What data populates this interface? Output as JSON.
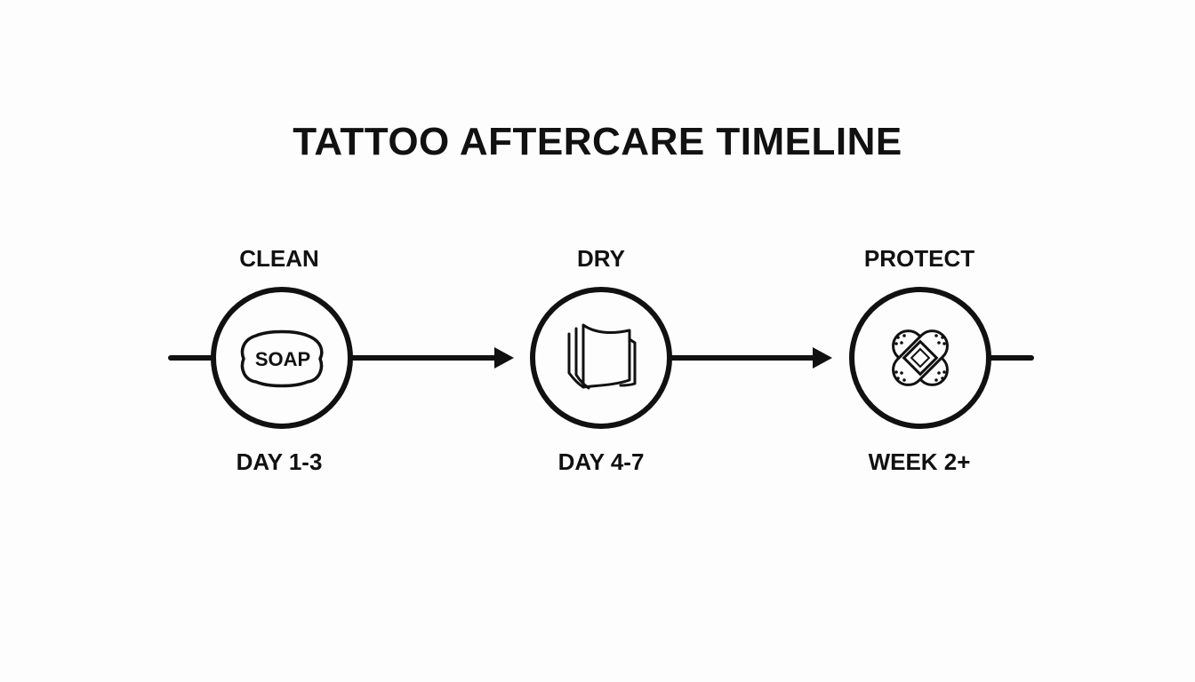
{
  "title": "TATTOO AFTERCARE TIMELINE",
  "steps": [
    {
      "label": "CLEAN",
      "time": "DAY 1-3",
      "icon": "soap-icon",
      "icon_text": "SOAP"
    },
    {
      "label": "DRY",
      "time": "DAY 4-7",
      "icon": "towel-icon"
    },
    {
      "label": "PROTECT",
      "time": "WEEK 2+",
      "icon": "bandage-icon"
    }
  ],
  "colors": {
    "stroke": "#111111",
    "background": "#fdfdfd"
  }
}
